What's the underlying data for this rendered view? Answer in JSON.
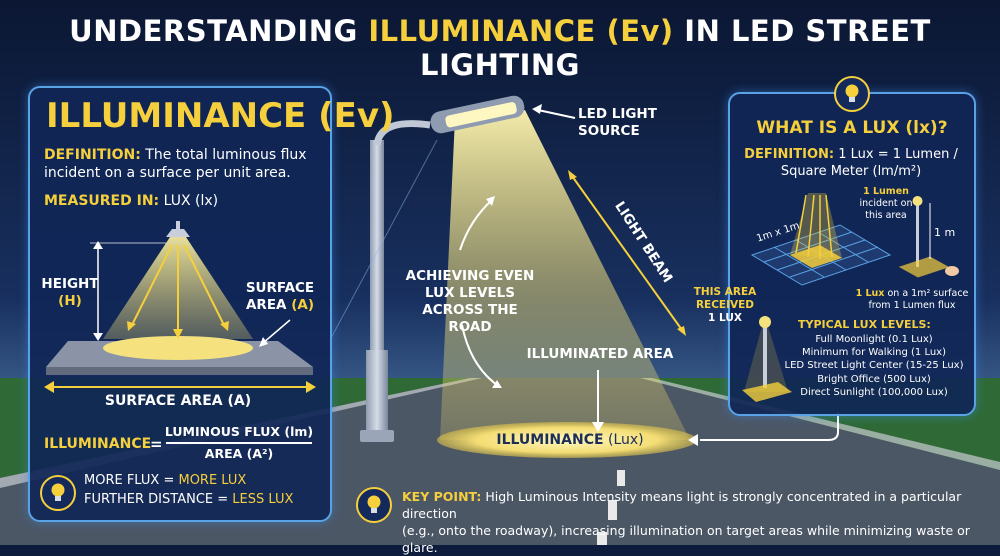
{
  "title": {
    "part1": "UNDERSTANDING ",
    "part2": "ILLUMINANCE (Ev)",
    "part3": " IN LED STREET LIGHTING"
  },
  "left_panel": {
    "heading": "ILLUMINANCE (Ev)",
    "definition_label": "DEFINITION:",
    "definition_text": " The total luminous flux incident on a surface per unit area.",
    "measured_label": "MEASURED IN:",
    "measured_value": " LUX (lx)",
    "height_label": "HEIGHT",
    "height_symbol": "(H)",
    "surface_label": "SURFACE",
    "surface_label2": "AREA ",
    "surface_symbol": "(A)",
    "bottom_surface_label": "SURFACE AREA (A)",
    "formula_lhs": "ILLUMINANCE",
    "formula_eq": "=",
    "formula_num": "LUMINOUS FLUX (lm)",
    "formula_den": "AREA (A²)",
    "flux_line1_a": "MORE FLUX = ",
    "flux_line1_b": "MORE LUX",
    "flux_line2_a": "FURTHER DISTANCE = ",
    "flux_line2_b": "LESS LUX"
  },
  "center": {
    "source_label_1": "LED LIGHT",
    "source_label_2": "SOURCE",
    "beam_label": "LIGHT BEAM",
    "even_1": "ACHIEVING EVEN",
    "even_2": "LUX LEVELS",
    "even_3": "ACROSS THE ROAD",
    "illuminated_area": "ILLUMINATED AREA",
    "illuminance_label": "ILLUMINANCE",
    "illuminance_unit": " (Lux)"
  },
  "right_panel": {
    "heading": "WHAT IS A LUX (lx)?",
    "definition_label": "DEFINITION:",
    "definition_text": " 1 Lux = 1 Lumen /",
    "definition_text2": "Square Meter (lm/m²)",
    "grid_label": "1m x 1m",
    "lumen_1": "1 Lumen",
    "lumen_2": "incident on",
    "lumen_3": "this area",
    "received_1": "THIS AREA",
    "received_2": "RECEIVED",
    "received_3": "1 LUX",
    "one_m": "1 m",
    "lux_note_1a": "1 Lux",
    "lux_note_1b": " on a 1m² surface",
    "lux_note_2": "from 1 Lumen flux",
    "typical_heading": "TYPICAL LUX LEVELS:",
    "levels": [
      "Full Moonlight (0.1 Lux)",
      "Minimum for Walking (1 Lux)",
      "LED Street Light Center (15-25 Lux)",
      "Bright Office (500 Lux)",
      "Direct Sunlight (100,000 Lux)"
    ]
  },
  "key_point": {
    "label": "KEY POINT:",
    "text": " High Luminous Intensity means light is strongly concentrated in a particular direction",
    "text2": "(e.g., onto the roadway), increasing illumination on target areas while minimizing waste or glare."
  },
  "colors": {
    "accent_yellow": "#f5cf3c",
    "panel_border": "#5aa2e6",
    "sky_top": "#0d1b3d",
    "grass": "#2f6a36",
    "road": "#4c5766"
  },
  "icons": [
    "lightbulb-icon"
  ]
}
